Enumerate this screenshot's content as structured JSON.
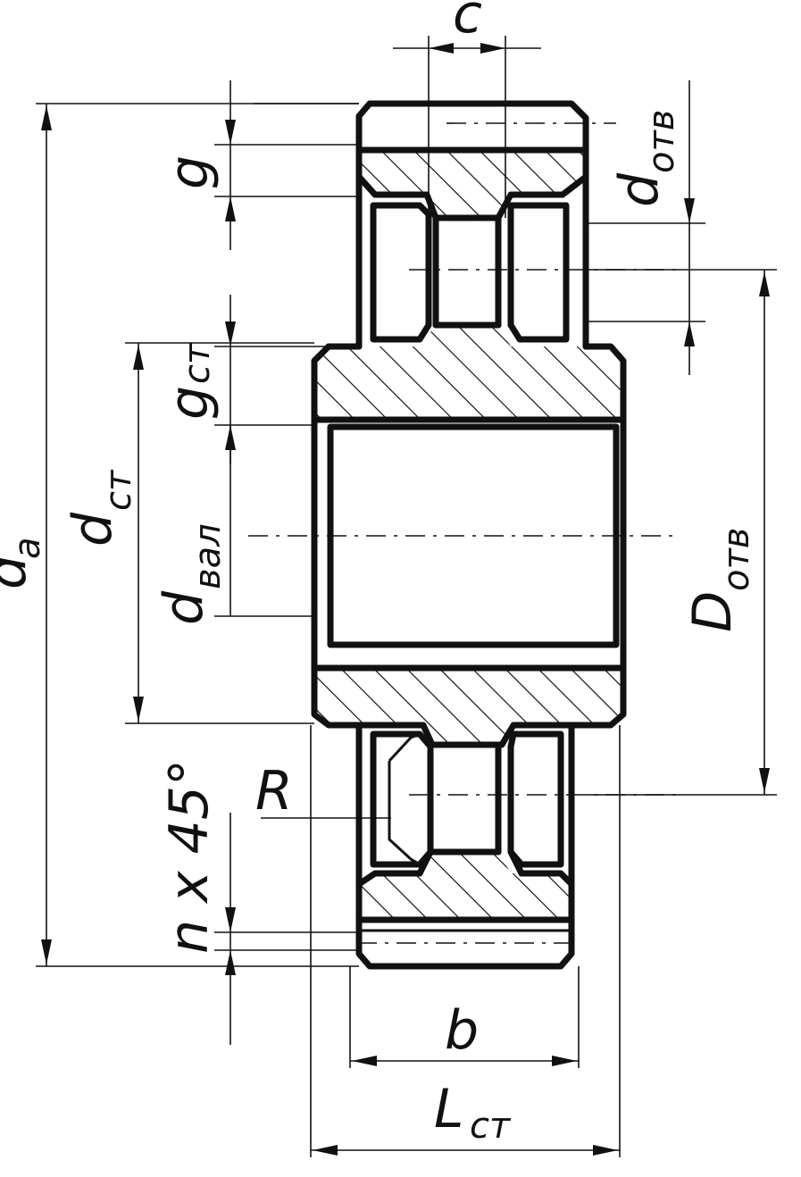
{
  "labels": {
    "d_a": "d",
    "d_a_sub": "a",
    "c": "c",
    "d_otv": "d",
    "d_otv_sub": "отв",
    "g": "g",
    "g_st": "g",
    "g_st_sub": "ст",
    "d_st": "d",
    "d_st_sub": "ст",
    "d_val": "d",
    "d_val_sub": "вал",
    "D_otv": "D",
    "D_otv_sub": "отв",
    "R": "R",
    "chamfer": "n x 45°",
    "b": "b",
    "L_st": "L",
    "L_st_sub": "ст"
  },
  "colors": {
    "ink": "#111111",
    "paper": "#ffffff"
  }
}
